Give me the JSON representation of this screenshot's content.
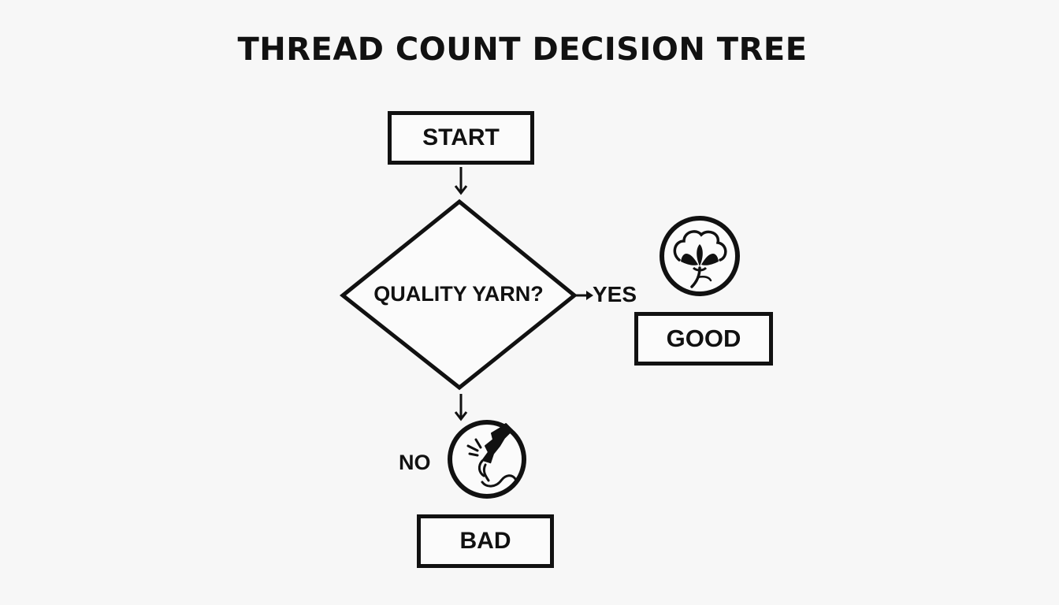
{
  "diagram": {
    "title": "THREAD COUNT DECISION TREE",
    "start": "START",
    "decision": "QUALITY YARN?",
    "yes_label": "YES",
    "no_label": "NO",
    "outcome_yes": "GOOD",
    "outcome_no": "BAD",
    "icons": {
      "yes": "cotton-flower-icon",
      "no": "frayed-yarn-icon"
    }
  }
}
